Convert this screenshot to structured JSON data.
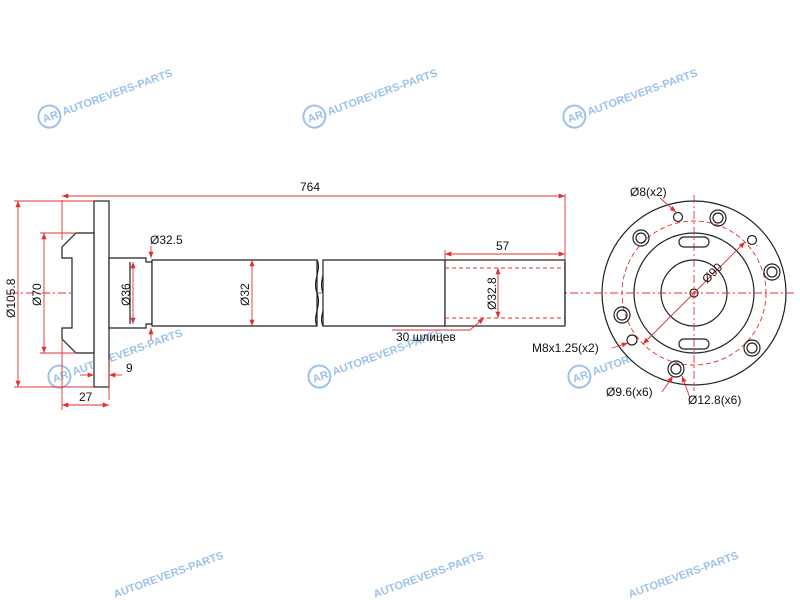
{
  "drawing": {
    "dimensions": {
      "overall_length": "764",
      "flange_diameter": "Ø105.8",
      "pilot_diameter": "Ø70",
      "seal_diameter": "Ø36",
      "shoulder_diameter": "Ø32.5",
      "shaft_diameter": "Ø32",
      "spline_diameter": "Ø32.8",
      "spline_length": "57",
      "flange_thickness": "9",
      "hub_length": "27",
      "spline_note": "30 шлицев"
    },
    "end_view": {
      "small_holes": "Ø8(x2)",
      "pcd": "Ø90",
      "thread_holes": "M8x1.25(x2)",
      "stud_holes": "Ø9.6(x6)",
      "counterbore": "Ø12.8(x6)"
    },
    "watermark": {
      "badge": "AR",
      "text": "AUTOREVERS-PARTS"
    }
  },
  "colors": {
    "dimension": "#e03030",
    "outline": "#222222",
    "watermark": "#4a90d9"
  }
}
